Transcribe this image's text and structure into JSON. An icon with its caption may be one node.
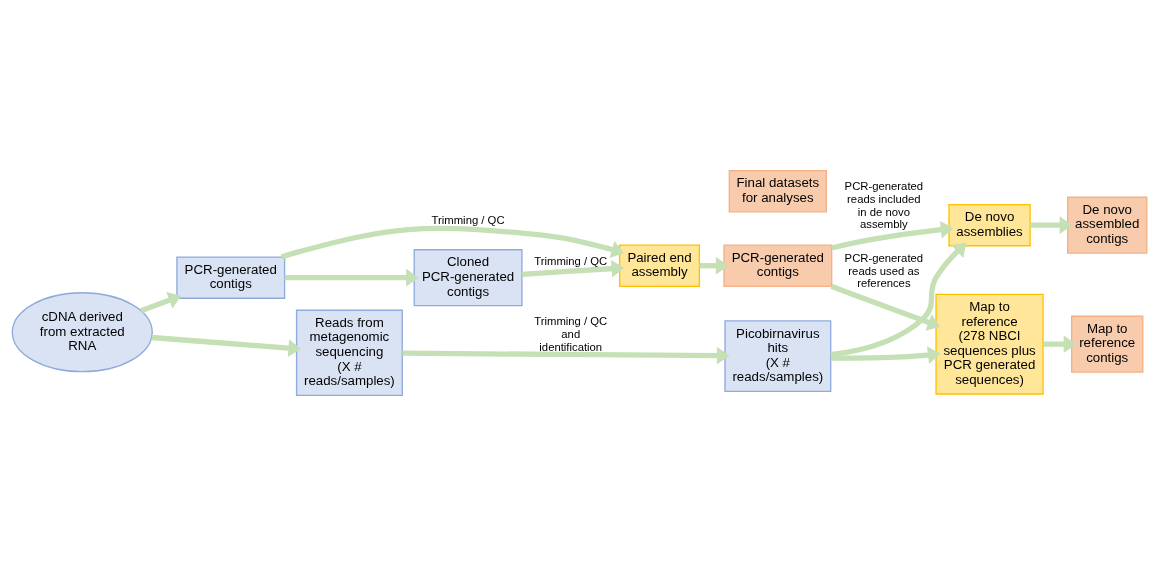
{
  "diagram": {
    "nodes": [
      {
        "text": [
          "cDNA derived from extracted RNA"
        ]
      },
      {
        "text": [
          "PCR-generated contigs"
        ]
      },
      {
        "text": [
          "Cloned PCR-generated contigs"
        ]
      },
      {
        "text": [
          "Paired end assembly"
        ]
      },
      {
        "text": [
          "Final datasets for analyses"
        ]
      },
      {
        "text": [
          "PCR-generated contigs"
        ]
      },
      {
        "text": [
          "De novo assembled contigs"
        ]
      },
      {
        "text": [
          "Map to reference contigs"
        ]
      },
      {
        "text": [
          "Reads from metagenomic sequencing",
          "(X # reads/samples)"
        ]
      },
      {
        "text": [
          "Picobirnavirus hits",
          "(X # reads/samples)"
        ]
      },
      {
        "text": [
          "De novo assemblies"
        ]
      },
      {
        "text": [
          "Map to reference",
          "(278 NBCI sequences plus PCR generated sequences)"
        ]
      }
    ],
    "edges": [
      {
        "from": 0,
        "to": 1,
        "arrow": "to"
      },
      {
        "from": 0,
        "to": 8,
        "arrow": "to"
      },
      {
        "from": 1,
        "to": 2,
        "arrow": "to"
      },
      {
        "from": 2,
        "to": 3,
        "arrow": "to",
        "label": "Trimming / QC"
      },
      {
        "from": 1,
        "to": 3,
        "arrow": "to",
        "label": "Trimming / QC"
      },
      {
        "from": 3,
        "to": 5,
        "arrow": "to"
      },
      {
        "from": 8,
        "to": 9,
        "arrow": "to",
        "label": "Trimming / QC and identification"
      },
      {
        "from": 5,
        "to": 10,
        "arrow": "to",
        "label": "PCR-generated reads included in de novo assembly"
      },
      {
        "from": 5,
        "to": 11,
        "arrow": "to",
        "label": "PCR-generated reads used as references"
      },
      {
        "from": 10,
        "to": 6,
        "arrow": "to"
      },
      {
        "from": 11,
        "to": 7,
        "arrow": "to"
      },
      {
        "from": 9,
        "to": 10,
        "arrow": "to"
      },
      {
        "from": 9,
        "to": 11,
        "arrow": "to"
      }
    ]
  }
}
